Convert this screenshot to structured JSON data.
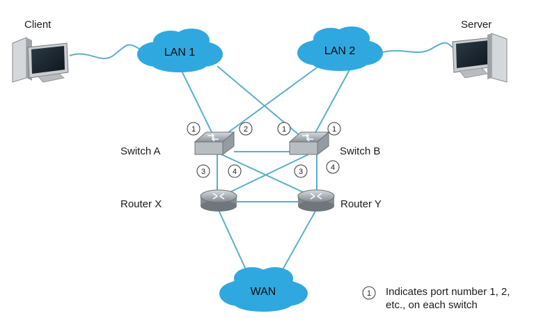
{
  "nodes": {
    "client": {
      "label": "Client"
    },
    "server": {
      "label": "Server"
    },
    "lan1": {
      "label": "LAN 1"
    },
    "lan2": {
      "label": "LAN 2"
    },
    "wan": {
      "label": "WAN"
    },
    "switch_a": {
      "label": "Switch A"
    },
    "switch_b": {
      "label": "Switch B"
    },
    "router_x": {
      "label": "Router X"
    },
    "router_y": {
      "label": "Router Y"
    }
  },
  "ports": {
    "switch_a_1": "1",
    "switch_a_2": "2",
    "switch_a_3": "3",
    "switch_a_4": "4",
    "switch_b_1_left": "1",
    "switch_b_1_right": "1",
    "switch_b_3": "3",
    "switch_b_4": "4"
  },
  "legend": {
    "symbol": "1",
    "line1": "Indicates port number 1, 2,",
    "line2": "etc., on each switch"
  },
  "colors": {
    "link": "#5aaec9",
    "cloud": "#2fa8e0",
    "device": "#a8aeb4"
  }
}
